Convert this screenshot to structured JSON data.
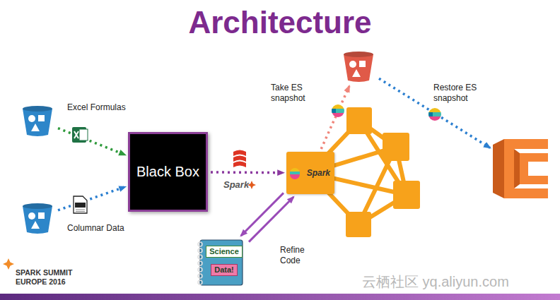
{
  "diagram": {
    "title": "Architecture",
    "nodes": [
      {
        "text": []
      },
      {
        "text": []
      },
      {
        "text": [
          "Black Box"
        ]
      },
      {
        "text": [
          "Spark"
        ]
      },
      {
        "text": []
      },
      {
        "text": []
      },
      {
        "text": [
          "Science",
          "Data!"
        ]
      }
    ],
    "edges": [
      {
        "from": 1,
        "to": 2,
        "label": "Excel Formulas",
        "arrow": "to"
      },
      {
        "from": 5,
        "to": 2,
        "label": "Columnar Data",
        "arrow": "to"
      },
      {
        "from": 2,
        "to": 3,
        "label": "Spark",
        "arrow": "to"
      },
      {
        "from": 3,
        "to": 0,
        "label": "Take ES snapshot",
        "arrow": "to"
      },
      {
        "from": 0,
        "to": 4,
        "label": "Restore ES snapshot",
        "arrow": "to"
      },
      {
        "from": 3,
        "to": 6,
        "arrow": "to"
      },
      {
        "from": 6,
        "to": 3,
        "label": "Refine Code",
        "arrow": "to"
      }
    ],
    "labels": [
      "SPARK SUMMIT EUROPE 2016",
      "云栖社区 yq.aliyun.com"
    ]
  }
}
